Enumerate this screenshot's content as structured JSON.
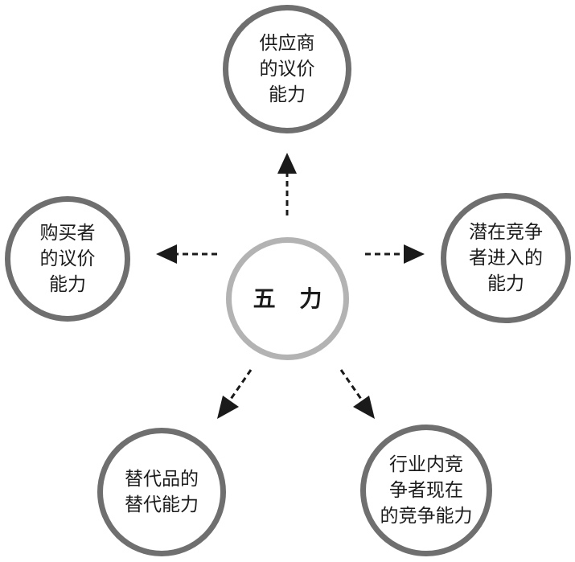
{
  "diagram": {
    "center_label": "五 力",
    "forces": {
      "supplier": "供应商\n的议价\n能力",
      "buyer": "购买者\n的议价\n能力",
      "new_entrants": "潜在竞争\n者进入的\n能力",
      "substitutes": "替代品的\n替代能力",
      "rivalry": "行业内竞\n争者现在\n的竞争能力"
    },
    "colors": {
      "outer_circle_border": "#6f6f6f",
      "center_circle_border": "#b3b3b3",
      "arrow": "#1a1a1a",
      "text": "#1c1c1c"
    }
  }
}
